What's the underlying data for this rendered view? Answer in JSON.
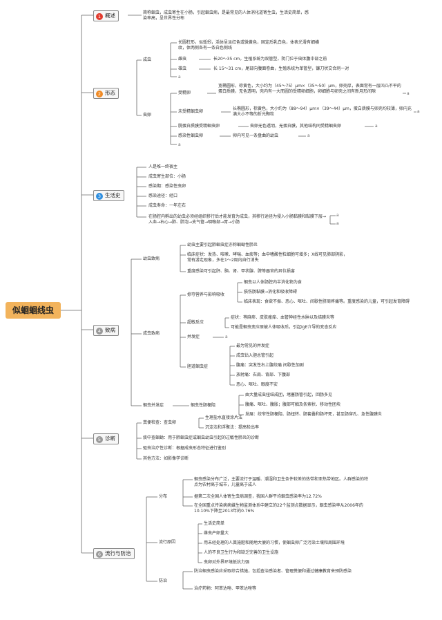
{
  "root": "似蛔蛔线虫",
  "colors": {
    "red": "#e23b2e",
    "orange": "#f08a24",
    "blue": "#2f8fe0",
    "gray": "#9a9a9a",
    "root": "#f2b35c"
  },
  "anchor": "a",
  "s1": {
    "num": "1",
    "title": "概述",
    "text": "简称蛔虫，成虫寄生在小肠，引起蛔虫病，是最常见的人体消化道寄生虫，生活史简单，感染率高，呈世界性分布"
  },
  "s2": {
    "num": "2",
    "title": "形态",
    "adult": {
      "label": "成虫",
      "shape": "长圆柱形，似蚯蚓，活体呈淡红色或微黄色，固定后乳白色，体表光滑有细横纹，体两侧各有一条白色侧线",
      "male_label": "雌虫",
      "male": "长20～35 cm，生殖系统为双管型，阴门位于虫体腹中部之前",
      "female_label": "雄虫",
      "female": "长 15～31 cm，尾部向腹面卷曲，生殖系统为单管型，镰刀状交合刺一对"
    },
    "egg": {
      "label": "虫卵",
      "fert_label": "受精卵",
      "fert": "宽椭圆形，棕黄色，大小约为（45～75）μm×（35～50）μm，卵壳厚，表面常有一层凹凸不平的蛋白质膜，无色透明，壳内有一大而圆的受精卵细胞，卵细胞与卵壳之间有新月形间隙",
      "unfert_label": "未受精蛔虫卵",
      "unfert": "长椭圆形，棕黄色，大小约为（88～94）μm×（39～44）μm，蛋白质膜与卵壳均较薄，卵内充满大小不等的折光颗粒",
      "decor_label": "脱蛋白质膜受精蛔虫卵",
      "decor": "虫卵无色透明，无蛋白膜，其他结构同受精蛔虫卵",
      "infect_label": "感染性蛔虫卵",
      "infect": "卵内可见一条盘曲的幼虫"
    }
  },
  "s3": {
    "num": "3",
    "title": "生活史",
    "items": [
      "人是唯一终宿主",
      "成虫寄生部位：小肠",
      "感染期：感染性虫卵",
      "感染途径：经口",
      "成虫寿命：一年左右",
      "在肠腔内孵出的幼虫必须经组织移行后才能发育为成虫，其移行途径为侵入小肠黏膜和黏膜下层→入血→右心→肺、肺泡→支气管→咽喉部→胃→小肠"
    ]
  },
  "s4": {
    "num": "4",
    "title": "致病",
    "larva": {
      "label": "幼虫致病",
      "items": [
        "幼虫主要引起肺蛔虫症亦称蛔蚴性肺炎",
        "临床症状：发热、咳嗽、哮喘、血痰等；血中嗜酸性粒细胞可增多；X线可见肺部阴影，常有游走现象，多在1～2周内自行消失",
        "重度感染可引起肝、脑、肾、甲状腺、脾等器官的异位损害"
      ]
    },
    "adult": {
      "label": "成虫致病",
      "nutri_label": "掠夺营养与影响吸收",
      "nutri": [
        "蛔虫以人体肠腔内半消化物为食",
        "损伤肠黏膜→消化和吸收障碍",
        "临床表现：食欲不振、恶心、呕吐、间歇性脐周疼痛等。重度感染的儿童，可引起发育障碍"
      ],
      "allergy_label": "超敏反应",
      "allergy": [
        "症状：荨麻疹、皮肤瘙痒、血管神经性水肿以及结膜炎等",
        "可能是蛔虫变应原被人体吸收后，引起IgE介导的变态反应"
      ],
      "comp_label": "并发症",
      "biliary_label": "胆道蛔虫症",
      "biliary": [
        "最为常见的并发症",
        "成虫钻入胆总管引起",
        "腹痛：突发性右上腹绞痛 间歇性加剧",
        "放射痛：右肩、背部、下腹部",
        "恶心、呕吐、眼度不安"
      ]
    },
    "obstr": {
      "label": "蛔虫并发症",
      "sub_label": "蛔虫性肠梗阻",
      "items": [
        "由大量成虫扭结成团，堵塞肠管引起，回肠多见",
        "腹痛、呕吐、腹胀；腹部可触及条索状、移动性团块",
        "发展：绞窄性肠梗阻、肠扭转、肠套叠和肠坏死，甚至肠穿孔、急性腹膜炎"
      ]
    }
  },
  "s5": {
    "num": "5",
    "title": "诊断",
    "stool_label": "粪便检查：查虫卵",
    "stool": [
      "生理盐水直接涂片法",
      "沉淀法和浮聚法：提高检出率"
    ],
    "items": [
      "痰中查蛔蚴：用于肺蛔虫症或蛔虫幼虫引起的过敏性肺炎的诊断",
      "驱虫治疗性诊断：根据成虫形态特征进行鉴别",
      "其他方法：如影像学诊断"
    ]
  },
  "s6": {
    "num": "6",
    "title": "流行与防治",
    "dist_label": "分布",
    "dist": [
      "蛔虫感染分布广泛，主要流行于温暖、潮湿和卫生条件较差的热带和亚热带地区。人群感染的特点为农村高于城市，儿童高于成人",
      "据第二次全国人体寄生虫病调查，我国人群平均蛔虫感染率为12.72%",
      "在全国重点传染病病媒生物监测体系中建立的22个监测点数据显示，蛔虫感染率从2006年的10.10%下降至2013年的0.76%"
    ],
    "cause_label": "流行原因",
    "cause": [
      "生活史简单",
      "雌虫产卵量大",
      "用未经处理的人粪施肥和随地大便的习惯，使蛔虫卵广泛污染土壤和周围环境",
      "人的不良卫生行为和缺乏完善的卫生设施",
      "虫卵对外界环境抵抗力强"
    ],
    "prev_label": "防治",
    "prev": [
      "防治蛔虫感染应采取综合措施，包括查治感染者、管理粪便和通过健康教育来预防感染",
      "治疗药物：阿苯达唑、甲苯达唑等"
    ]
  }
}
